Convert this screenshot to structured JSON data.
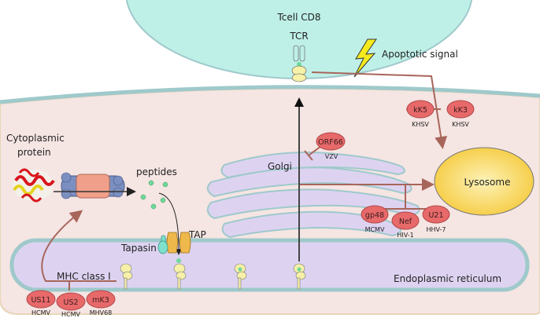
{
  "labels": {
    "tcell": "Tcell CD8",
    "tcr": "TCR",
    "apoptotic": "Apoptotic signal",
    "cytoplasmic": [
      "Cytoplasmic",
      "protein"
    ],
    "peptides": "peptides",
    "golgi": "Golgi",
    "lysosome": "Lysosome",
    "tap": "TAP",
    "tapasin": "Tapasin",
    "mhc": "MHC class I",
    "er": "Endoplasmic reticulum"
  },
  "viral_proteins": [
    {
      "name": "kK5",
      "virus": "KHSV"
    },
    {
      "name": "kK3",
      "virus": "KHSV"
    },
    {
      "name": "ORF66",
      "virus": "VZV"
    },
    {
      "name": "gp48",
      "virus": "MCMV"
    },
    {
      "name": "Nef",
      "virus": "HIV-1"
    },
    {
      "name": "U21",
      "virus": "HHV-7"
    },
    {
      "name": "US11",
      "virus": "HCMV"
    },
    {
      "name": "US2",
      "virus": "HCMV"
    },
    {
      "name": "mK3",
      "virus": "MHV68"
    }
  ],
  "colors": {
    "cell": "#f5e5e3",
    "membrane": "#9fc9cb",
    "tcell": "#bff0e8",
    "er": "#ddd3f1",
    "viral": "#e8696a",
    "arrow": "#a8655a",
    "mhc": "#f6f0a8",
    "peptide": "#6fd99a",
    "lysosome": "#f9d451"
  }
}
